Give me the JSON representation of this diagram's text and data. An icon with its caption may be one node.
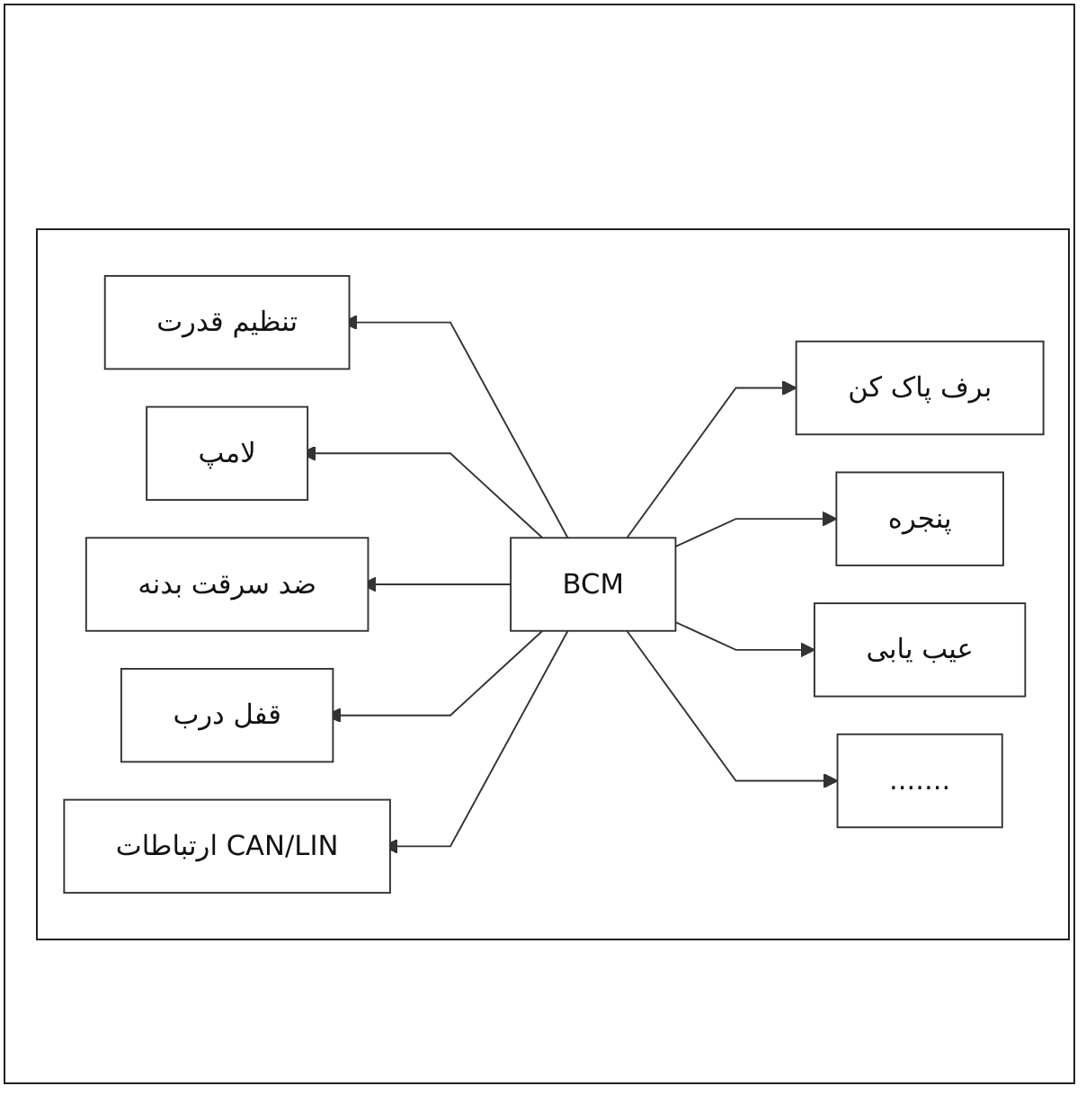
{
  "diagram": {
    "nodes": [
      {
        "text": [
          "BCM"
        ]
      },
      {
        "text": [
          "تنظیم قدرت"
        ]
      },
      {
        "text": [
          "لامپ"
        ]
      },
      {
        "text": [
          "ضد سرقت بدنه"
        ]
      },
      {
        "text": [
          "قفل درب"
        ]
      },
      {
        "text": [
          "ارتباطات CAN/LIN"
        ]
      },
      {
        "text": [
          "برف پاک کن"
        ]
      },
      {
        "text": [
          "پنجره"
        ]
      },
      {
        "text": [
          "عیب یابی"
        ]
      },
      {
        "text": [
          "......."
        ]
      }
    ],
    "edges": [
      {
        "from": 0,
        "to": 1,
        "arrow": "to"
      },
      {
        "from": 0,
        "to": 2,
        "arrow": "to"
      },
      {
        "from": 0,
        "to": 3,
        "arrow": "to"
      },
      {
        "from": 0,
        "to": 4,
        "arrow": "to"
      },
      {
        "from": 0,
        "to": 5,
        "arrow": "to"
      },
      {
        "from": 0,
        "to": 6,
        "arrow": "to"
      },
      {
        "from": 0,
        "to": 7,
        "arrow": "to"
      },
      {
        "from": 0,
        "to": 8,
        "arrow": "to"
      },
      {
        "from": 0,
        "to": 9,
        "arrow": "to"
      }
    ]
  }
}
